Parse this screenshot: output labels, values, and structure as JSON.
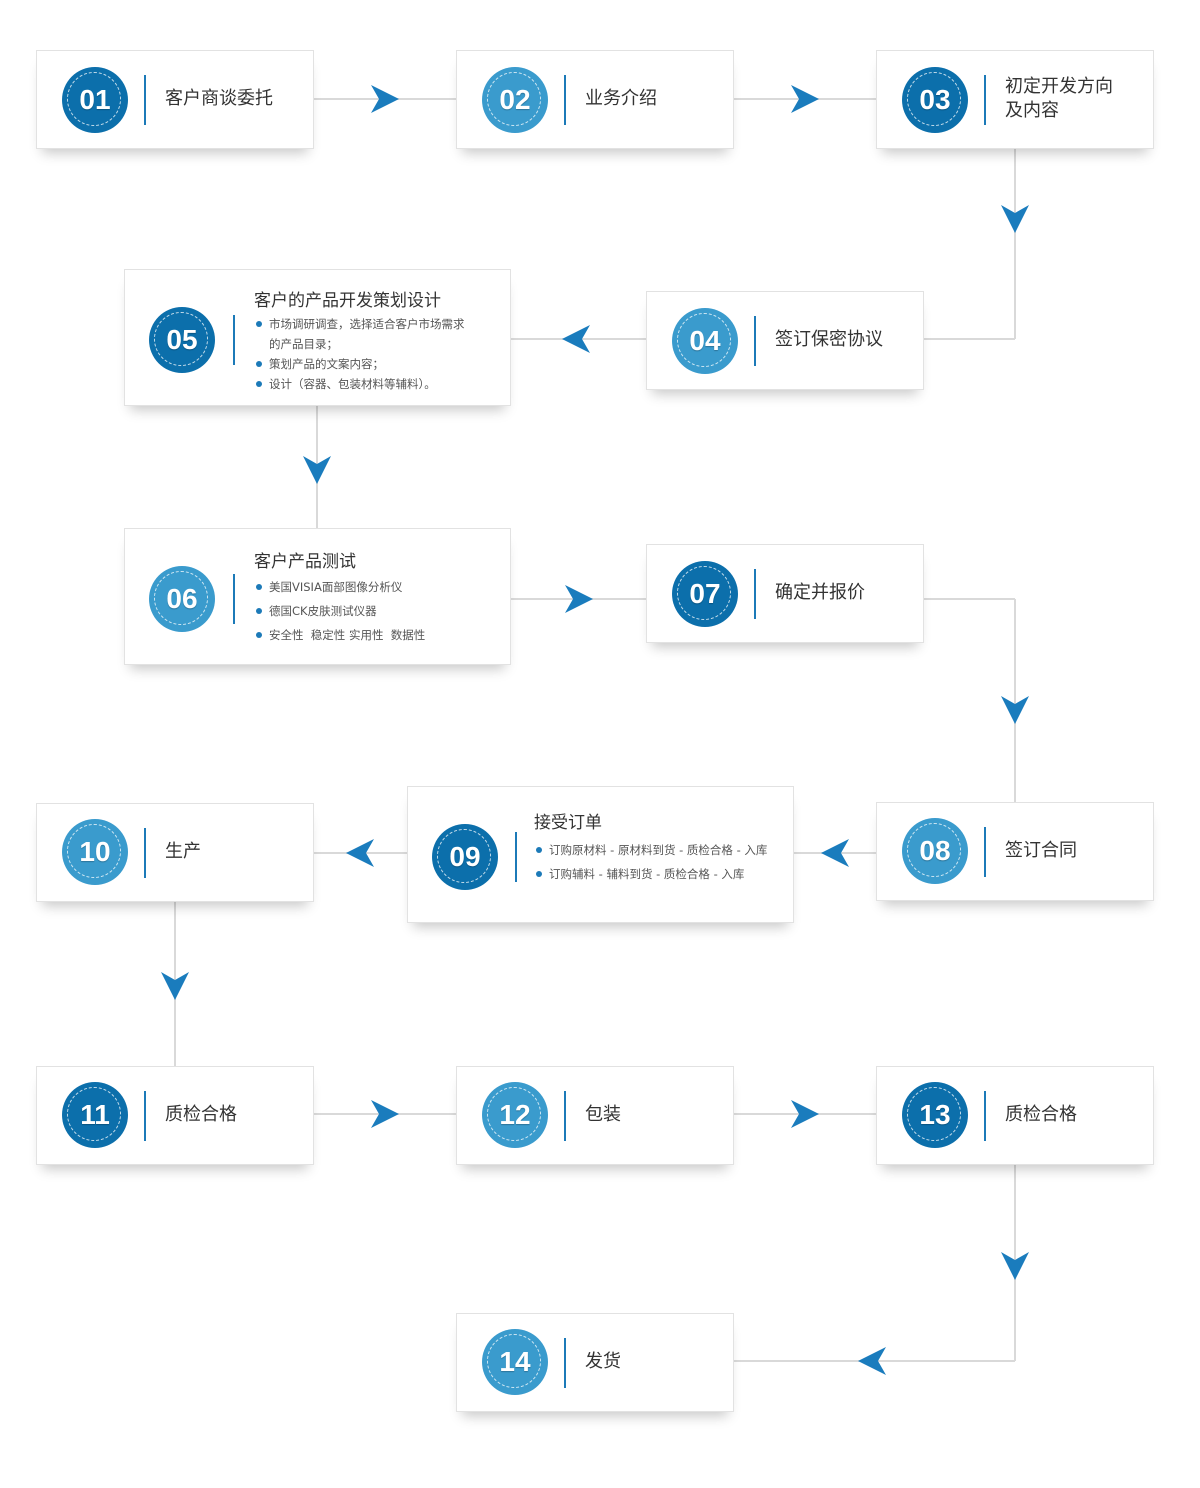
{
  "colors": {
    "dark_badge": "#0c6fab",
    "light_badge": "#3a9bcd",
    "arrow": "#1a7cbd",
    "line": "#d9d9d9",
    "text": "#333333"
  },
  "steps": [
    {
      "num": "01",
      "label": "客户商谈委托"
    },
    {
      "num": "02",
      "label": "业务介绍"
    },
    {
      "num": "03",
      "label_lines": [
        "初定开发方向",
        "及内容"
      ]
    },
    {
      "num": "04",
      "label": "签订保密协议"
    },
    {
      "num": "05",
      "title": "客户的产品开发策划设计",
      "bullets": [
        "市场调研调查，选择适合客户市场需求",
        "的产品目录；",
        "策划产品的文案内容；",
        "设计（容器、包装材料等辅料）。"
      ]
    },
    {
      "num": "06",
      "title": "客户产品测试",
      "bullets": [
        "美国VISIA面部图像分析仪",
        "德国CK皮肤测试仪器",
        "安全性  稳定性 实用性  数据性"
      ]
    },
    {
      "num": "07",
      "label": "确定并报价"
    },
    {
      "num": "08",
      "label": "签订合同"
    },
    {
      "num": "09",
      "title": "接受订单",
      "bullets": [
        "订购原材料 - 原材料到货 - 质检合格 - 入库",
        "订购辅料 - 辅料到货 - 质检合格 - 入库"
      ]
    },
    {
      "num": "10",
      "label": "生产"
    },
    {
      "num": "11",
      "label": "质检合格"
    },
    {
      "num": "12",
      "label": "包装"
    },
    {
      "num": "13",
      "label": "质检合格"
    },
    {
      "num": "14",
      "label": "发货"
    }
  ]
}
